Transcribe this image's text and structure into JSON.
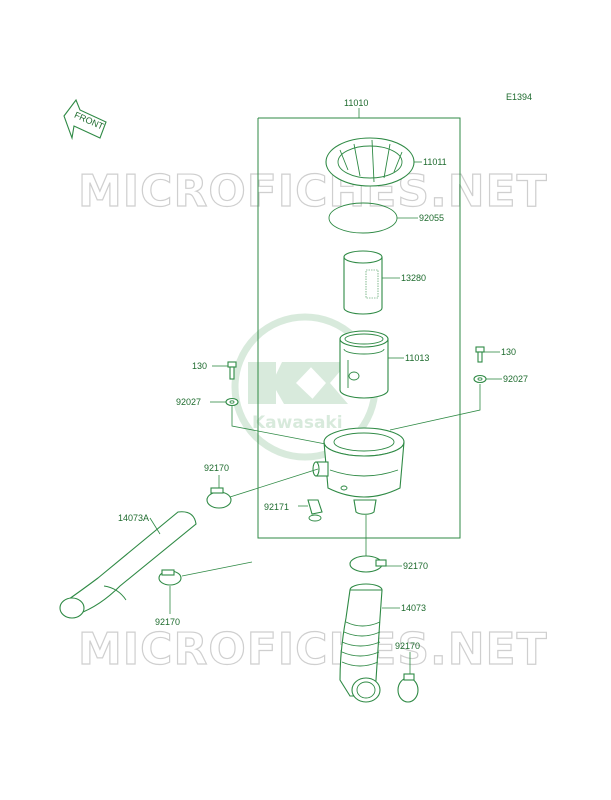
{
  "diagram": {
    "code": "E1394",
    "front_label": "FRONT",
    "watermark": "MICROFICHES.NET",
    "logo_text": "Kawasaki",
    "colors": {
      "line": "#2f8a45",
      "text": "#1e6b2e",
      "watermark": "#cfcfcf",
      "logo": "#b9d9c0"
    },
    "parts": {
      "p11010": "11010",
      "p11011": "11011",
      "p92055": "92055",
      "p13280": "13280",
      "p11013": "11013",
      "p130_left": "130",
      "p130_right": "130",
      "p92027_left": "92027",
      "p92027_right": "92027",
      "p92170_a": "92170",
      "p92170_b": "92170",
      "p92170_c": "92170",
      "p92170_d": "92170",
      "p14073A": "14073A",
      "p92171": "92171",
      "p14073": "14073"
    }
  }
}
